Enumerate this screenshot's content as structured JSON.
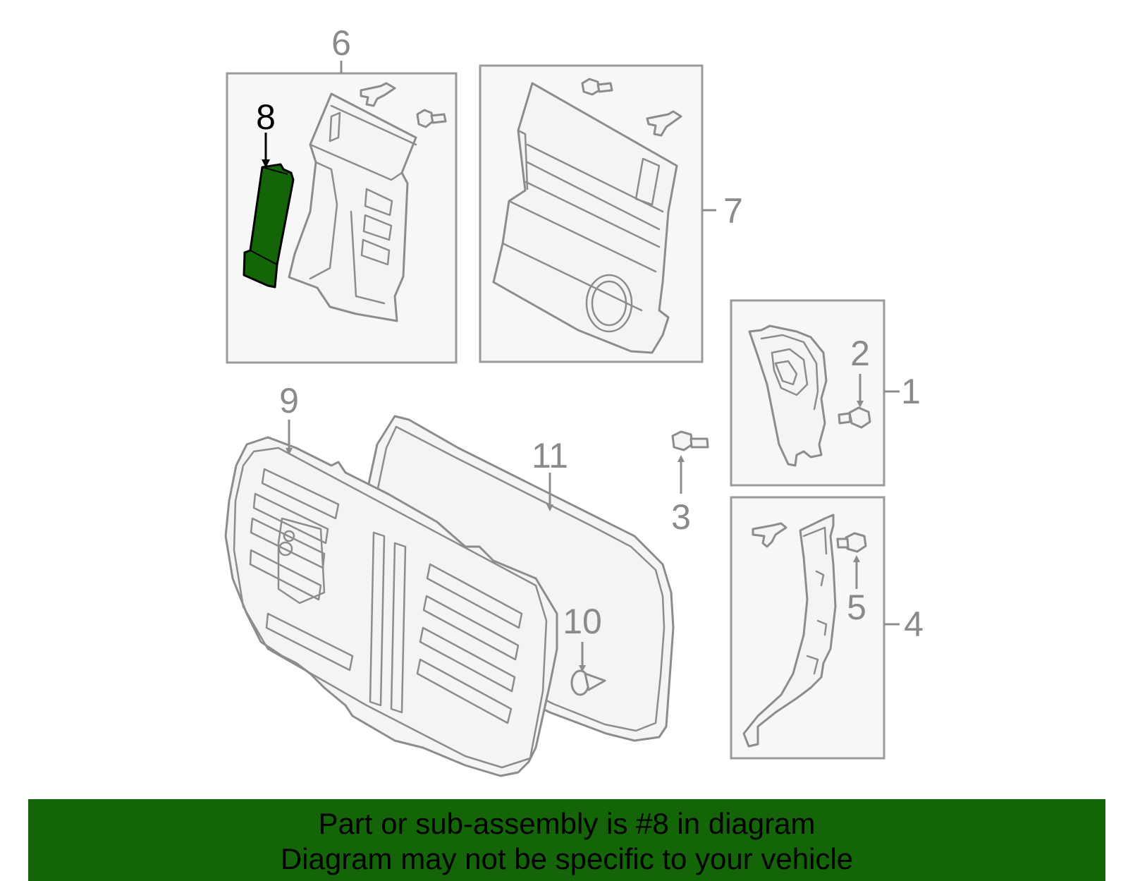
{
  "highlight_color": "#146508",
  "callouts": {
    "c1": "1",
    "c2": "2",
    "c3": "3",
    "c4": "4",
    "c5": "5",
    "c6": "6",
    "c7": "7",
    "c8": "8",
    "c9": "9",
    "c10": "10",
    "c11": "11"
  },
  "footer": {
    "line1": "Part or sub-assembly is #8 in diagram",
    "line2": "Diagram may not be specific to your vehicle"
  }
}
